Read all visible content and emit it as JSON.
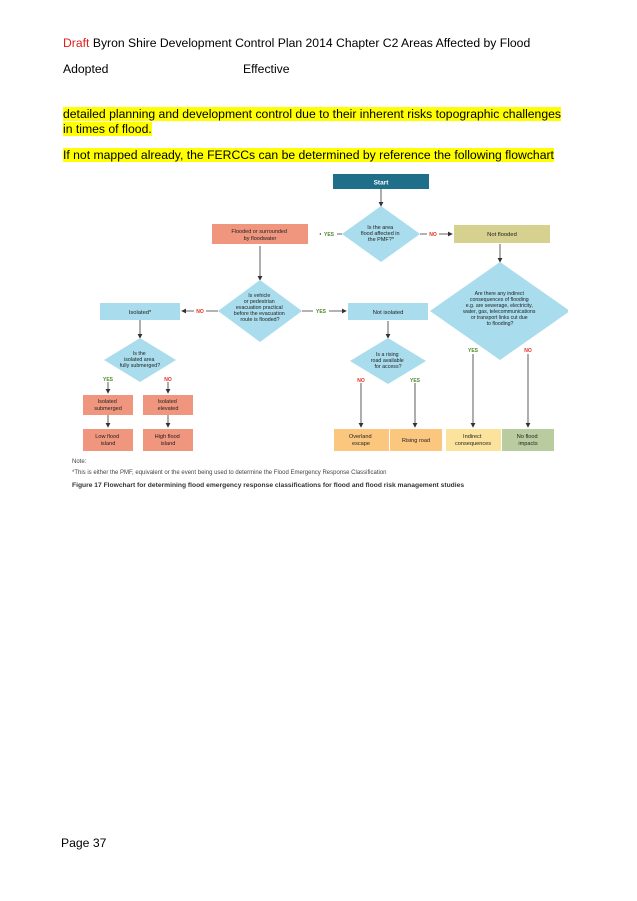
{
  "header": {
    "draft": "Draft",
    "title": "Byron Shire Development Control Plan 2014 Chapter C2 Areas Affected by Flood",
    "adopted": "Adopted",
    "effective": "Effective"
  },
  "body": {
    "para1": "detailed planning and development control due to their inherent risks topographic challenges in times of flood.",
    "para2": "If not mapped already, the FERCCs can be determined by reference the following flowchart"
  },
  "flowchart": {
    "start": "Start",
    "q_affected": [
      "Is the area",
      "flood affected in",
      "the PMF?*"
    ],
    "flooded": [
      "Flooded or surrounded",
      "by floodwater"
    ],
    "not_flooded": "Not flooded",
    "q_evacuation": [
      "Is vehicle",
      "or pedestrian",
      "evacuation practical",
      "before the evacuation",
      "route is flooded?"
    ],
    "q_indirect": [
      "Are there any indirect",
      "consequences of flooding",
      "e.g. are sewerage, electricity,",
      "water, gas, telecommunications",
      "or transport links cut due",
      "to flooding?"
    ],
    "isolated": "Isolated*",
    "not_isolated": "Not isolated",
    "q_submerged": [
      "Is the",
      "isolated area",
      "fully submerged?"
    ],
    "q_rising": [
      "Is a rising",
      "road available",
      "for access?"
    ],
    "isolated_submerged": [
      "Isolated",
      "submerged"
    ],
    "isolated_elevated": [
      "Isolated",
      "elevated"
    ],
    "low_flood_island": [
      "Low flood",
      "island"
    ],
    "high_flood_island": [
      "High flood",
      "island"
    ],
    "overland_escape": [
      "Overland",
      "escape"
    ],
    "rising_road": "Rising road",
    "indirect_consequences": [
      "Indirect",
      "consequences"
    ],
    "no_flood_impacts": [
      "No flood",
      "impacts"
    ],
    "yes": "YES",
    "no": "NO"
  },
  "note_label": "Note:",
  "note_text": "*This is either the PMF, equivalent or the event being used to determine the Flood Emergency Response Classification",
  "caption": "Figure 17  Flowchart for determining flood emergency response classifications for flood and flood risk management studies",
  "colors": {
    "start": "#1f6e8a",
    "decision": "#a9dcec",
    "flooded": "#f0957e",
    "not_flooded": "#d6d18f",
    "isolated_box": "#a9dcec",
    "outcome_red": "#f0957e",
    "outcome_orange": "#fbc77e",
    "outcome_yellow": "#fbe39e",
    "outcome_green": "#b9cca0",
    "yes": "#4d8a2b",
    "no": "#e02b20"
  },
  "page": "Page 37"
}
